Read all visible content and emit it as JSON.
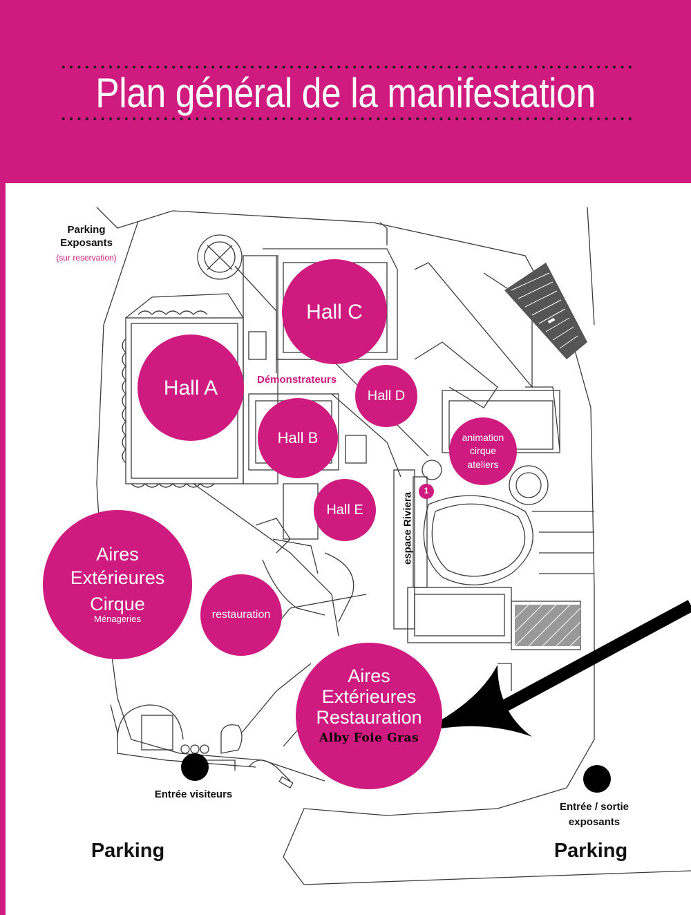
{
  "header": {
    "title": "Plan général de la manifestation"
  },
  "colors": {
    "accent": "#cf1a80",
    "line": "#3a3a3a",
    "marker": "#000000"
  },
  "labels": {
    "parking_exposants_l1": "Parking",
    "parking_exposants_l2": "Exposants",
    "parking_exposants_note": "(sur reservation)",
    "demonstrateurs": "Démonstrateurs",
    "espace_riviera": "espace Riviera",
    "point_1": "1",
    "entree_visiteurs": "Entrée visiteurs",
    "entree_sortie_l1": "Entrée / sortie",
    "entree_sortie_l2": "exposants",
    "parking_left": "Parking",
    "parking_right": "Parking"
  },
  "zones": {
    "hall_a": "Hall A",
    "hall_b": "Hall B",
    "hall_c": "Hall C",
    "hall_d": "Hall D",
    "hall_e": "Hall E",
    "animation_l1": "animation",
    "animation_l2": "cirque",
    "animation_l3": "ateliers",
    "aires_cirque_l1": "Aires",
    "aires_cirque_l2": "Extérieures",
    "aires_cirque_l3": "Cirque",
    "aires_cirque_l4": "Ménageries",
    "restauration": "restauration",
    "aires_resto_l1": "Aires",
    "aires_resto_l2": "Extérieures",
    "aires_resto_l3": "Restauration",
    "logo_text": "Alby Foie Gras"
  }
}
